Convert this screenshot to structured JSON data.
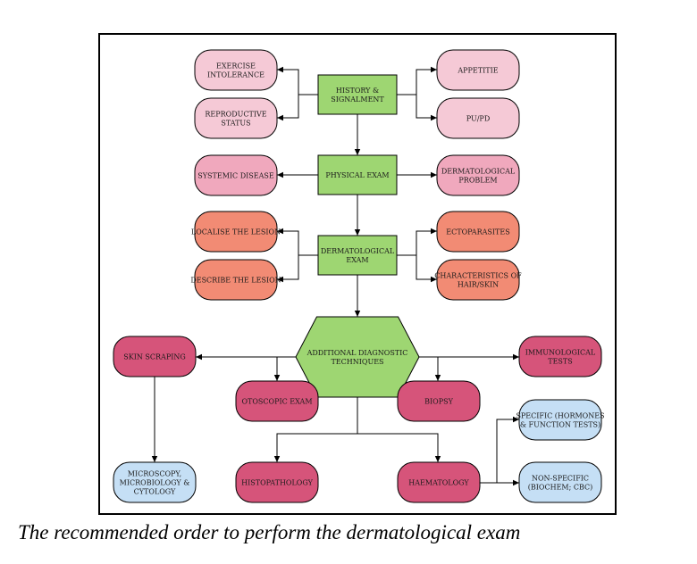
{
  "colors": {
    "green": "#9ed672",
    "pink_light": "#f5c9d6",
    "pink_mid": "#f0a8bd",
    "salmon": "#f28b74",
    "magenta": "#d6547a",
    "blue_light": "#c5dff5"
  },
  "nodes": [
    {
      "id": "history",
      "lines": [
        "HISTORY &",
        "SIGNALMENT"
      ],
      "shape": "rect",
      "color": "green"
    },
    {
      "id": "exercise",
      "lines": [
        "EXERCISE",
        "INTOLERANCE"
      ],
      "shape": "pill",
      "color": "pink_light"
    },
    {
      "id": "reproductive",
      "lines": [
        "REPRODUCTIVE",
        "STATUS"
      ],
      "shape": "pill",
      "color": "pink_light"
    },
    {
      "id": "appetite",
      "lines": [
        "APPETITIE"
      ],
      "shape": "pill",
      "color": "pink_light"
    },
    {
      "id": "pupd",
      "lines": [
        "PU/PD"
      ],
      "shape": "pill",
      "color": "pink_light"
    },
    {
      "id": "physical",
      "lines": [
        "PHYSICAL EXAM"
      ],
      "shape": "rect",
      "color": "green"
    },
    {
      "id": "systemic",
      "lines": [
        "SYSTEMIC DISEASE"
      ],
      "shape": "pill",
      "color": "pink_mid"
    },
    {
      "id": "dermproblem",
      "lines": [
        "DERMATOLOGICAL",
        "PROBLEM"
      ],
      "shape": "pill",
      "color": "pink_mid"
    },
    {
      "id": "dermexam",
      "lines": [
        "DERMATOLOGICAL",
        "EXAM"
      ],
      "shape": "rect",
      "color": "green"
    },
    {
      "id": "localise",
      "lines": [
        "LOCALISE THE LESION"
      ],
      "shape": "pill",
      "color": "salmon"
    },
    {
      "id": "describe",
      "lines": [
        "DESCRIBE THE LESION"
      ],
      "shape": "pill",
      "color": "salmon"
    },
    {
      "id": "ecto",
      "lines": [
        "ECTOPARASITES"
      ],
      "shape": "pill",
      "color": "salmon"
    },
    {
      "id": "hair",
      "lines": [
        "CHARACTERISTICS OF",
        "HAIR/SKIN"
      ],
      "shape": "pill",
      "color": "salmon"
    },
    {
      "id": "additional",
      "lines": [
        "ADDITIONAL DIAGNOSTIC",
        "TECHNIQUES"
      ],
      "shape": "hexagon",
      "color": "green"
    },
    {
      "id": "skinscraping",
      "lines": [
        "SKIN SCRAPING"
      ],
      "shape": "pill",
      "color": "magenta"
    },
    {
      "id": "immuno",
      "lines": [
        "IMMUNOLOGICAL",
        "TESTS"
      ],
      "shape": "pill",
      "color": "magenta"
    },
    {
      "id": "otoscopic",
      "lines": [
        "OTOSCOPIC EXAM"
      ],
      "shape": "pill",
      "color": "magenta"
    },
    {
      "id": "biopsy",
      "lines": [
        "BIOPSY"
      ],
      "shape": "pill",
      "color": "magenta"
    },
    {
      "id": "microscopy",
      "lines": [
        "MICROSCOPY,",
        "MICROBIOLOGY &",
        "CYTOLOGY"
      ],
      "shape": "pill",
      "color": "blue_light"
    },
    {
      "id": "histopathology",
      "lines": [
        "HISTOPATHOLOGY"
      ],
      "shape": "pill",
      "color": "magenta"
    },
    {
      "id": "haematology",
      "lines": [
        "HAEMATOLOGY"
      ],
      "shape": "pill",
      "color": "magenta"
    },
    {
      "id": "specific",
      "lines": [
        "SPECIFIC (HORMONES",
        "& FUNCTION TESTS)"
      ],
      "shape": "pill",
      "color": "blue_light"
    },
    {
      "id": "nonspecific",
      "lines": [
        "NON-SPECIFIC",
        "(BIOCHEM; CBC)"
      ],
      "shape": "pill",
      "color": "blue_light"
    }
  ],
  "caption": "The recommended order to perform the dermatological exam"
}
